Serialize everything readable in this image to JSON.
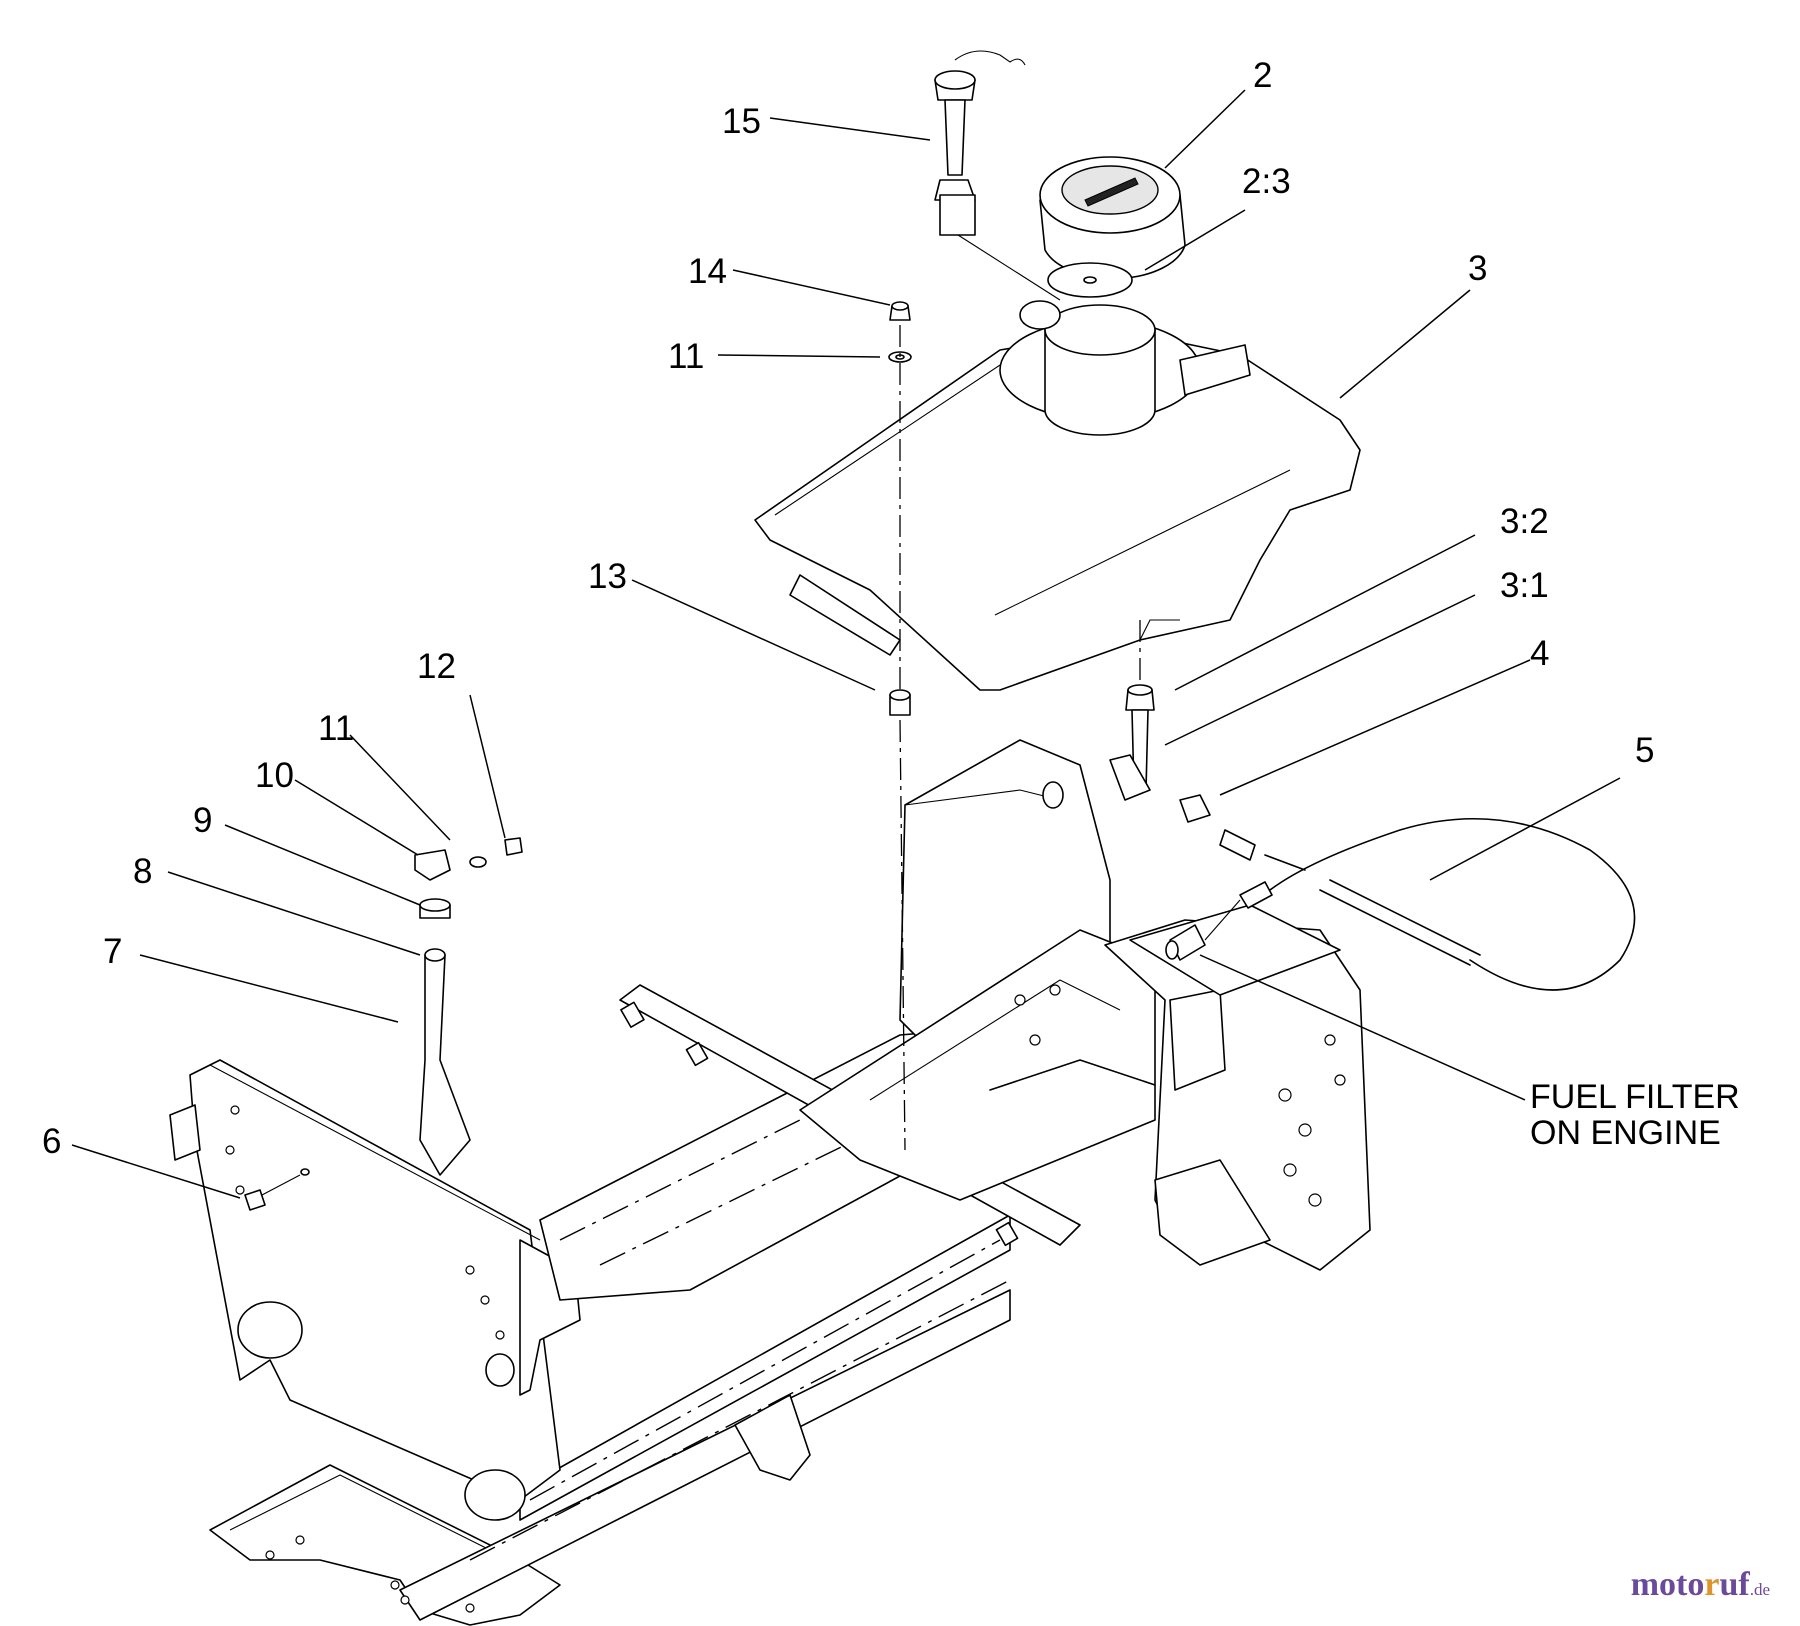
{
  "diagram": {
    "callouts": [
      {
        "id": "c15",
        "text": "15"
      },
      {
        "id": "c2",
        "text": "2"
      },
      {
        "id": "c23",
        "text": "2:3"
      },
      {
        "id": "c14",
        "text": "14"
      },
      {
        "id": "c11a",
        "text": "11"
      },
      {
        "id": "c3",
        "text": "3"
      },
      {
        "id": "c13",
        "text": "13"
      },
      {
        "id": "c32",
        "text": "3:2"
      },
      {
        "id": "c31",
        "text": "3:1"
      },
      {
        "id": "c4",
        "text": "4"
      },
      {
        "id": "c12",
        "text": "12"
      },
      {
        "id": "c11b",
        "text": "11"
      },
      {
        "id": "c10",
        "text": "10"
      },
      {
        "id": "c9",
        "text": "9"
      },
      {
        "id": "c8",
        "text": "8"
      },
      {
        "id": "c7",
        "text": "7"
      },
      {
        "id": "c5",
        "text": "5"
      },
      {
        "id": "c6",
        "text": "6"
      }
    ],
    "note_line1": "FUEL FILTER",
    "note_line2": "ON ENGINE"
  },
  "watermark": {
    "brand_part1": "moto",
    "brand_part2": "r",
    "brand_part3": "uf",
    "suffix": ".de",
    "colors": {
      "primary": "#6b4a9b",
      "accent": "#e0922b"
    }
  }
}
